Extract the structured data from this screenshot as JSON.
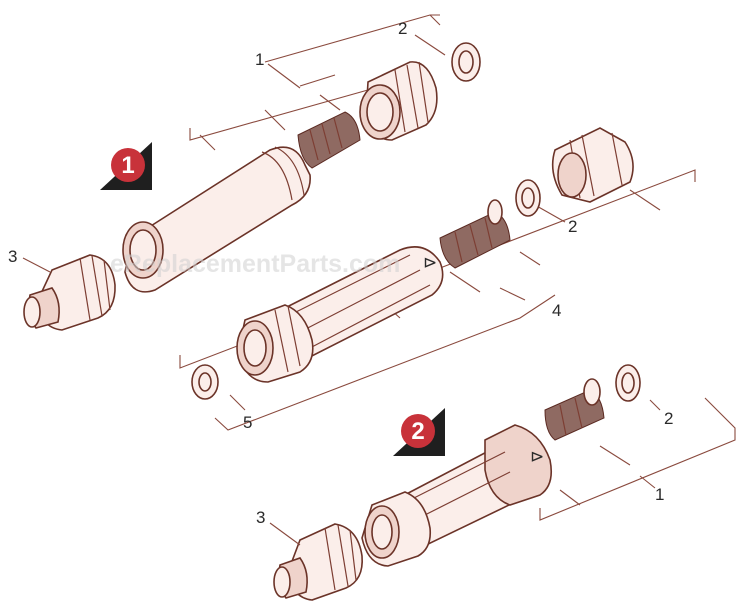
{
  "diagram": {
    "watermark": "eReplacementParts.com",
    "badges": [
      {
        "id": "1",
        "label": "1",
        "color": "#c8323a",
        "shadow": "#1f1f1f"
      },
      {
        "id": "2",
        "label": "2",
        "color": "#c8323a",
        "shadow": "#1f1f1f"
      }
    ],
    "callouts": [
      {
        "id": "c1a",
        "label": "1"
      },
      {
        "id": "c2a",
        "label": "2"
      },
      {
        "id": "c3a",
        "label": "3"
      },
      {
        "id": "c2b",
        "label": "2"
      },
      {
        "id": "c4",
        "label": "4"
      },
      {
        "id": "c5",
        "label": "5"
      },
      {
        "id": "c2c",
        "label": "2"
      },
      {
        "id": "c1b",
        "label": "1"
      },
      {
        "id": "c3b",
        "label": "3"
      }
    ],
    "colors": {
      "line": "#8a4a3e",
      "part_fill": "#fbeeea",
      "part_stroke": "#6b3328"
    }
  }
}
